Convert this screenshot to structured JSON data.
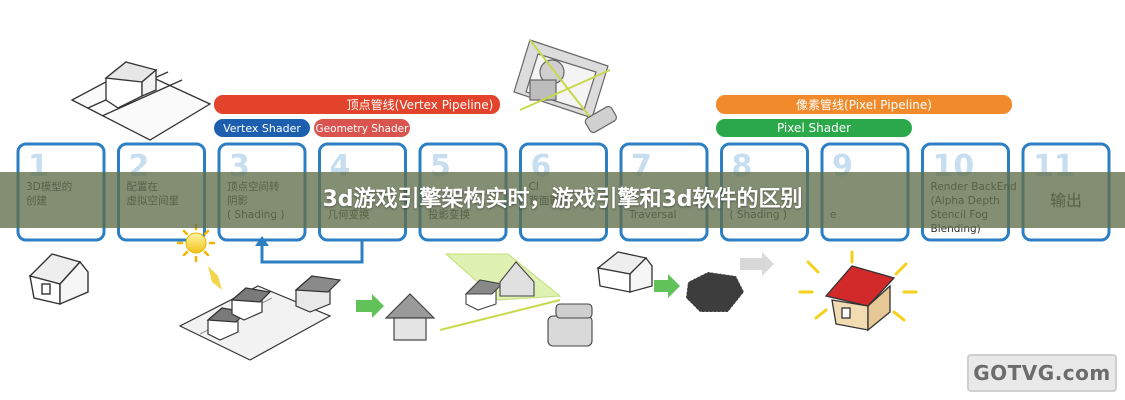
{
  "headline": "3d游戏引擎架构实时，游戏引擎和3d软件的区别",
  "watermark": "GOTVG.com",
  "pipelines": {
    "vertex": "顶点管线(Vertex Pipeline)",
    "pixel": "像素管线(Pixel Pipeline)"
  },
  "shaders": {
    "vertex": "Vertex Shader",
    "geometry": "Geometry Shader",
    "pixel": "Pixel Shader"
  },
  "stages": [
    {
      "number": "1",
      "label_lines": [
        "3D模型的",
        "创建"
      ]
    },
    {
      "number": "2",
      "label_lines": [
        "配置在",
        "虚拟空间里"
      ]
    },
    {
      "number": "3",
      "label_lines": [
        "顶点空间转",
        "阴影",
        "( Shading )"
      ]
    },
    {
      "number": "4",
      "label_lines": [
        "",
        "",
        "几何变换"
      ]
    },
    {
      "number": "5",
      "label_lines": [
        "",
        "",
        "投影变换"
      ]
    },
    {
      "number": "6",
      "label_lines": [
        "Cl",
        "背面剔除",
        ""
      ]
    },
    {
      "number": "7",
      "label_lines": [
        "",
        "",
        "Traversal"
      ]
    },
    {
      "number": "8",
      "label_lines": [
        "",
        "",
        "( Shading )"
      ]
    },
    {
      "number": "9",
      "label_lines": [
        "",
        "",
        "e"
      ]
    },
    {
      "number": "10",
      "label_lines": [
        "Render BackEnd",
        "(Alpha Depth",
        "Stencil Fog",
        "Blending)"
      ]
    },
    {
      "number": "11",
      "label_lines": [
        "输出"
      ]
    }
  ],
  "colors": {
    "vertex_pipeline": "#e2432a",
    "pixel_pipeline": "#f08a2a",
    "vertex_shader": "#1d5fae",
    "geometry_shader": "#d9534f",
    "pixel_shader": "#2aa84a",
    "stage_border": "#2c7fc2",
    "stage_number": "#c7def1",
    "overlay": "#606e4c"
  }
}
